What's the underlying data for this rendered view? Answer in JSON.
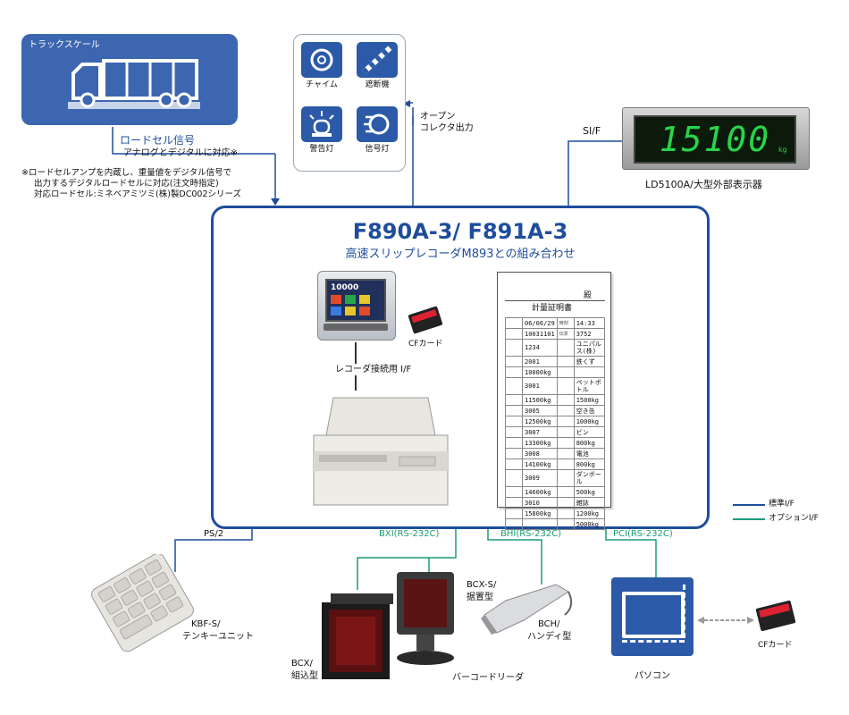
{
  "truck_scale": {
    "title": "トラックスケール",
    "signal_title": "ロードセル信号",
    "signal_note": "アナログとデジタルに対応※"
  },
  "footnote": {
    "line1": "※ロードセルアンプを内蔵し、重量値をデジタル信号で",
    "line2": "出力するデジタルロードセルに対応(注文時指定)",
    "line3": "対応ロードセル:ミネベアミツミ(株)製DC002シリーズ"
  },
  "alarm_devices": {
    "chime": "チャイム",
    "gate": "遮断機",
    "warning_light": "警告灯",
    "signal_light": "信号灯"
  },
  "open_collector": {
    "line1": "オープン",
    "line2": "コレクタ出力"
  },
  "display": {
    "interface": "SI/F",
    "value": "15100",
    "unit": "kg",
    "name": "LD5100A/大型外部表示器"
  },
  "main": {
    "title": "F890A-3/ F891A-3",
    "subtitle": "高速スリップレコーダM893との組み合わせ",
    "screen_value": "10000",
    "cf_card": "CFカード",
    "recorder_if": "レコーダ接続用 I/F"
  },
  "slip": {
    "heading": "殿",
    "title": "計量証明書",
    "rows": [
      [
        "",
        "06/06/29",
        "時刻",
        "14:33"
      ],
      [
        "",
        "10031101",
        "伝票",
        "3752"
      ],
      [
        "",
        "1234",
        "",
        "ユニパルス(株)"
      ],
      [
        "",
        "2001",
        "",
        "鉄くず"
      ],
      [
        "",
        "10000kg",
        "",
        ""
      ],
      [
        "",
        "3001",
        "",
        "ペットボトル"
      ],
      [
        "",
        "11500kg",
        "",
        "1500kg"
      ],
      [
        "",
        "3005",
        "",
        "空き缶"
      ],
      [
        "",
        "12500kg",
        "",
        "1000kg"
      ],
      [
        "",
        "3007",
        "",
        "ビン"
      ],
      [
        "",
        "13300kg",
        "",
        "800kg"
      ],
      [
        "",
        "3008",
        "",
        "電池"
      ],
      [
        "",
        "14100kg",
        "",
        "800kg"
      ],
      [
        "",
        "3009",
        "",
        "ダンボール"
      ],
      [
        "",
        "14600kg",
        "",
        "500kg"
      ],
      [
        "",
        "3010",
        "",
        "雑誌"
      ],
      [
        "",
        "15800kg",
        "",
        "1200kg"
      ],
      [
        "",
        "",
        "",
        "5000kg"
      ]
    ]
  },
  "legend": {
    "standard": "標準I/F",
    "option": "オプションI/F",
    "standard_color": "#1e4d9b",
    "option_color": "#1a9b7a"
  },
  "interfaces": {
    "ps2": "PS/2",
    "bxi": "BXI(RS-232C)",
    "bhi": "BHI(RS-232C)",
    "pci": "PCI(RS-232C)"
  },
  "peripherals": {
    "keypad_line1": "KBF-S/",
    "keypad_line2": "テンキーユニット",
    "bcx_line1": "BCX/",
    "bcx_line2": "組込型",
    "bcxs_line1": "BCX-S/",
    "bcxs_line2": "据置型",
    "bch_line1": "BCH/",
    "bch_line2": "ハンディ型",
    "barcode_reader": "バーコードリーダ",
    "pc": "パソコン",
    "cf_card": "CFカード",
    "icons": [
      "keypad-icon",
      "scanner-icon",
      "handy-scanner-icon",
      "pc-icon",
      "cf-card-icon"
    ]
  }
}
